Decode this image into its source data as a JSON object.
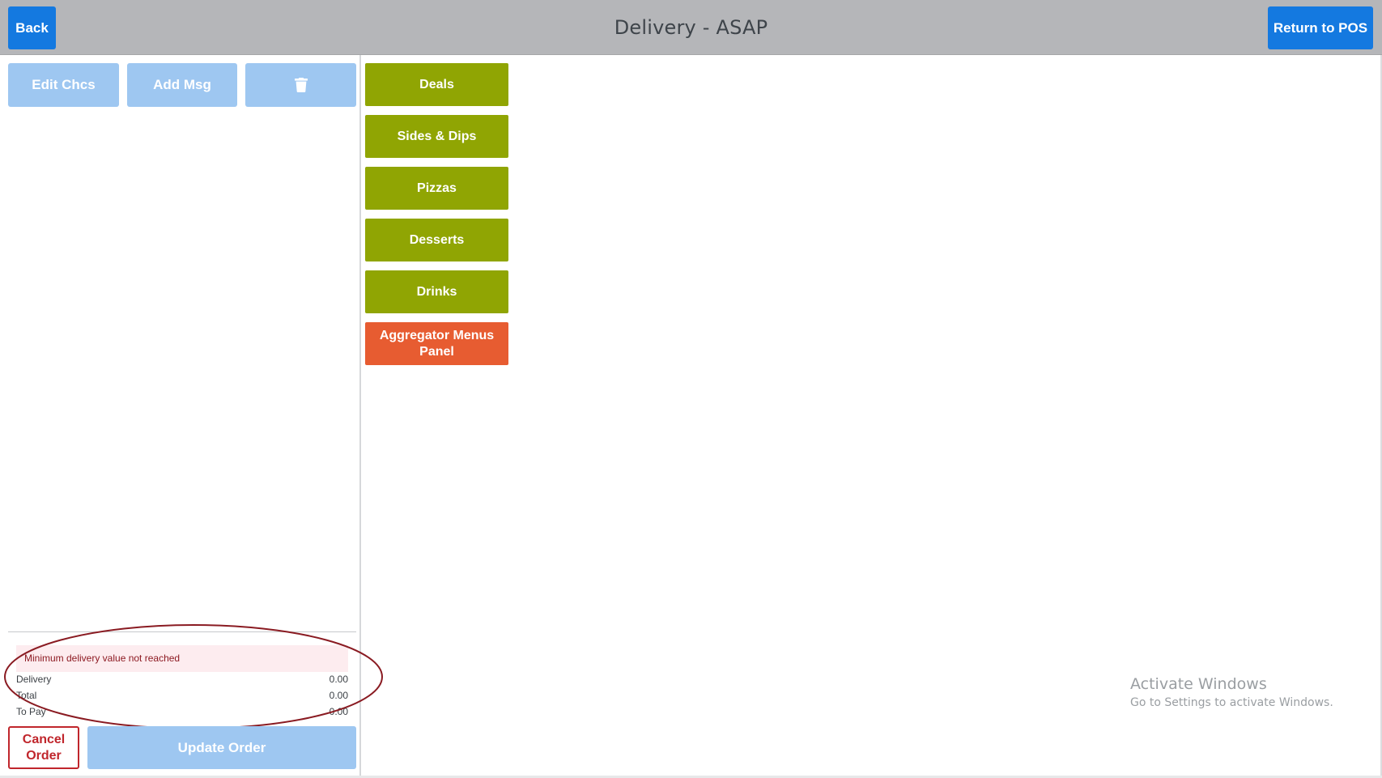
{
  "header": {
    "title": "Delivery - ASAP",
    "back_label": "Back",
    "return_label": "Return to POS"
  },
  "order_panel": {
    "toolbar": {
      "edit_choices_label": "Edit Chcs",
      "add_message_label": "Add Msg",
      "delete_icon": "trash-icon"
    },
    "warning": "Minimum delivery value not reached",
    "summary": {
      "delivery_label": "Delivery",
      "delivery_value": "0.00",
      "total_label": "Total",
      "total_value": "0.00",
      "to_pay_label": "To Pay",
      "to_pay_value": "0.00"
    },
    "cancel_label": "Cancel Order",
    "update_label": "Update Order"
  },
  "categories": [
    {
      "label": "Deals"
    },
    {
      "label": "Sides & Dips"
    },
    {
      "label": "Pizzas"
    },
    {
      "label": "Desserts"
    },
    {
      "label": "Drinks"
    },
    {
      "label": "Aggregator Menus Panel"
    }
  ],
  "watermark": {
    "title": "Activate Windows",
    "subtitle": "Go to Settings to activate Windows."
  },
  "colors": {
    "header_bg": "#b5b6b9",
    "primary_blue": "#1479e0",
    "disabled_blue": "#9ec7f1",
    "category_green": "#90a503",
    "aggregator_orange": "#e75c31",
    "cancel_red": "#c0262c",
    "warning_bg": "#fdecef",
    "annotation_ellipse": "#8a1b22"
  }
}
